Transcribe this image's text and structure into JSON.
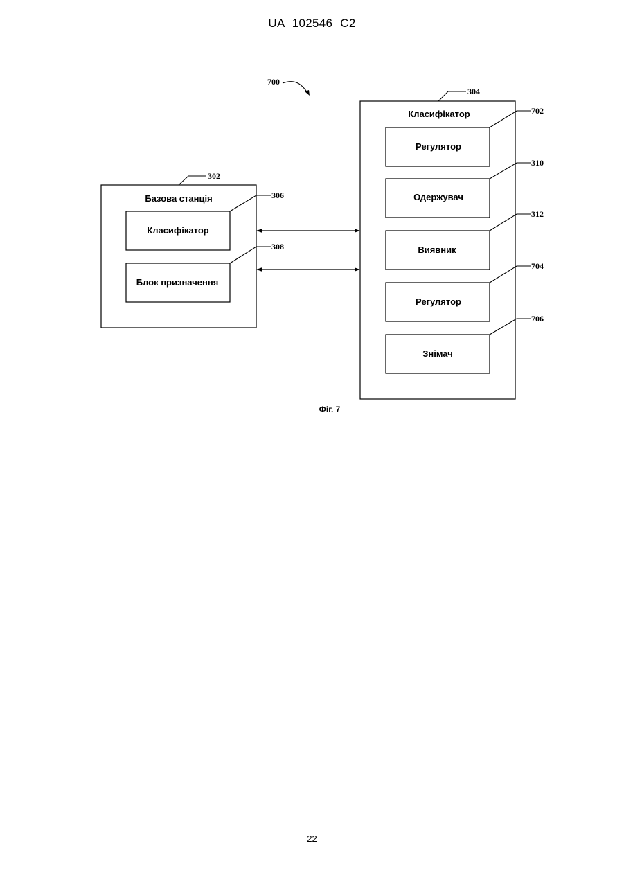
{
  "header": {
    "title": "UA   102546   C2"
  },
  "figure": {
    "ref": "700",
    "caption": "Фіг. 7",
    "base_station": {
      "ref": "302",
      "label": "Базова станція",
      "classifier": {
        "ref": "306",
        "label": "Класифікатор"
      },
      "assignment_block": {
        "ref": "308",
        "label": "Блок призначення"
      }
    },
    "classifier_unit": {
      "ref": "304",
      "label": "Класифікатор",
      "blocks": [
        {
          "ref": "702",
          "label": "Регулятор"
        },
        {
          "ref": "310",
          "label": "Одержувач"
        },
        {
          "ref": "312",
          "label": "Виявник"
        },
        {
          "ref": "704",
          "label": "Регулятор"
        },
        {
          "ref": "706",
          "label": "Знімач"
        }
      ]
    }
  },
  "footer": {
    "page_number": "22"
  }
}
